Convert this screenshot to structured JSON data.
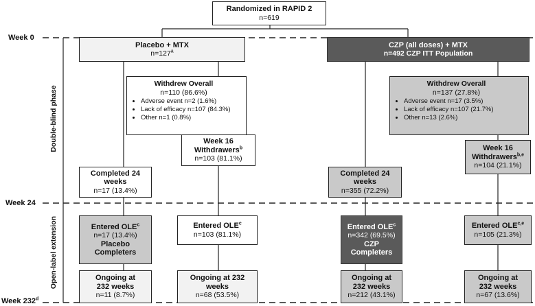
{
  "top": {
    "title": "Randomized in RAPID 2",
    "n": "n=619"
  },
  "weeks": {
    "w0": "Week 0",
    "w24": "Week 24",
    "w232": "Week 232",
    "w232_sup": "d"
  },
  "phases": {
    "double_blind": "Double-blind phase",
    "open_label": "Open-label extension"
  },
  "placebo": {
    "arm": {
      "title": "Placebo + MTX",
      "n": "n=127",
      "sup": "a"
    },
    "withdrew": {
      "title": "Withdrew Overall",
      "n": "n=110 (86.6%)",
      "items": [
        "Adverse event n=2 (1.6%)",
        "Lack of efficacy n=107 (84.3%)",
        "Other n=1 (0.8%)"
      ]
    },
    "wk16": {
      "title": "Week 16",
      "title2": "Withdrawers",
      "sup": "b",
      "n": "n=103 (81.1%)"
    },
    "completed": {
      "title": "Completed 24",
      "title2": "weeks",
      "n": "n=17 (13.4%)"
    },
    "ole_left": {
      "title": "Entered OLE",
      "sup": "c",
      "n": "n=17 (13.4%)",
      "sub1": "Placebo",
      "sub2": "Completers"
    },
    "ole_right": {
      "title": "Entered OLE",
      "sup": "c",
      "n": "n=103 (81.1%)"
    },
    "ongoing_left": {
      "title": "Ongoing at",
      "title2": "232 weeks",
      "n": "n=11 (8.7%)"
    },
    "ongoing_right": {
      "title": "Ongoing at 232",
      "title2": "weeks",
      "n": "n=68 (53.5%)"
    }
  },
  "czp": {
    "arm": {
      "title": "CZP (all doses) + MTX",
      "n": "n=492 CZP ITT Population"
    },
    "withdrew": {
      "title": "Withdrew Overall",
      "n": "n=137 (27.8%)",
      "items": [
        "Adverse event n=17 (3.5%)",
        "Lack of efficacy n=107 (21.7%)",
        "Other n=13 (2.6%)"
      ]
    },
    "wk16": {
      "title": "Week 16",
      "title2": "Withdrawers",
      "sup": "b,e",
      "n": "n=104 (21.1%)"
    },
    "completed": {
      "title": "Completed 24",
      "title2": "weeks",
      "n": "n=355 (72.2%)"
    },
    "ole_left": {
      "title": "Entered OLE",
      "sup": "c",
      "n": "n=342 (69.5%)",
      "sub1": "CZP",
      "sub2": "Completers"
    },
    "ole_right": {
      "title": "Entered OLE",
      "sup": "c,e",
      "n": "n=105 (21.3%)"
    },
    "ongoing_left": {
      "title": "Ongoing at",
      "title2": "232 weeks",
      "n": "n=212 (43.1%)"
    },
    "ongoing_right": {
      "title": "Ongoing at",
      "title2": "232 weeks",
      "n": "n=67 (13.6%)"
    }
  },
  "colors": {
    "dark_fill": "#5a5a5a",
    "mid_fill": "#c9c9c9",
    "light_fill": "#f2f2f2",
    "line": "#222222"
  }
}
